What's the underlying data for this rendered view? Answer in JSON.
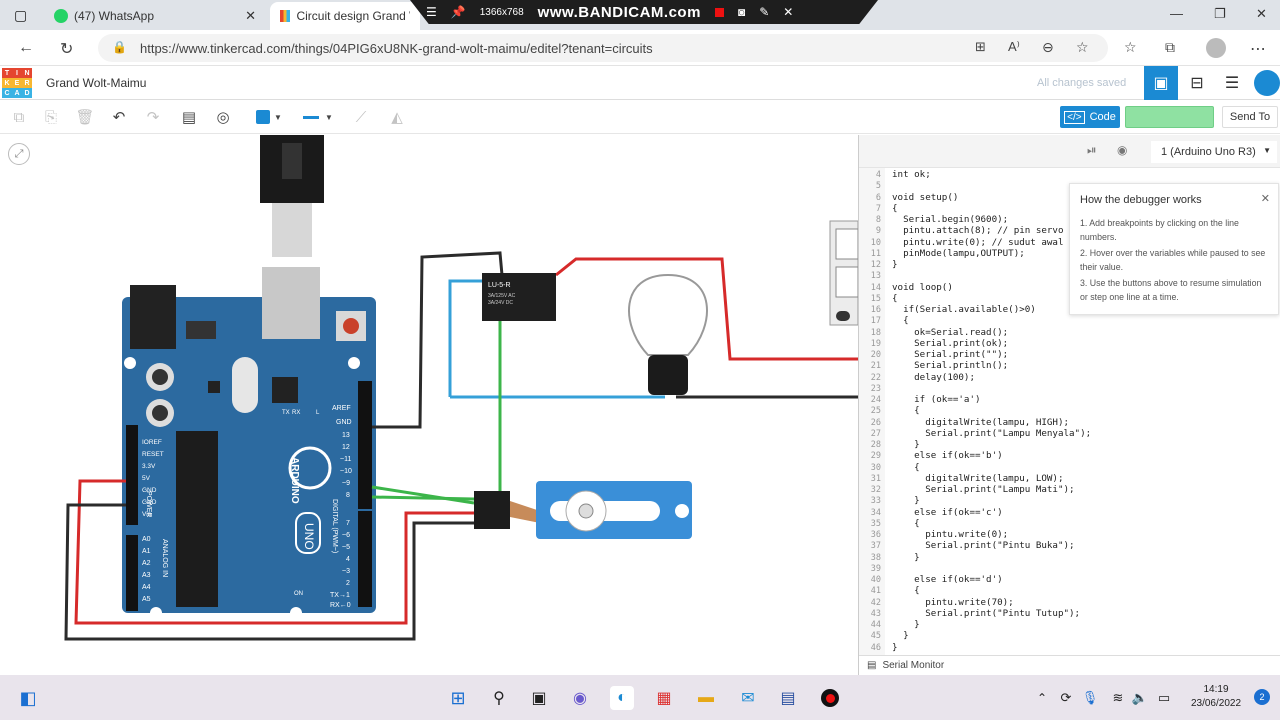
{
  "browser": {
    "tabs": [
      {
        "label": "(47) WhatsApp",
        "icon": "whatsapp-icon",
        "active": false
      },
      {
        "label": "Circuit design Grand Wo",
        "icon": "tinkercad-icon",
        "active": true
      }
    ],
    "recorder": {
      "resolution": "1366x768",
      "brand": "www.BANDICAM.com"
    },
    "url": "https://www.tinkercad.com/things/04PIG6xU8NK-grand-wolt-maimu/editel?tenant=circuits"
  },
  "app": {
    "logo_letters": [
      "TIN",
      "KER",
      "CAD"
    ],
    "design_name": "Grand Wolt-Maimu",
    "save_status": "All changes saved",
    "toolbar": {
      "code_label": "Code",
      "send_label": "Send To"
    },
    "code_panel": {
      "board": "1 (Arduino Uno R3)",
      "serial_monitor": "Serial Monitor",
      "line_numbers": [
        4,
        5,
        6,
        7,
        8,
        9,
        10,
        11,
        12,
        13,
        14,
        15,
        16,
        17,
        18,
        19,
        20,
        21,
        22,
        23,
        24,
        25,
        26,
        27,
        28,
        29,
        30,
        31,
        32,
        33,
        34,
        35,
        36,
        37,
        38,
        39,
        40,
        41,
        42,
        43,
        44,
        45,
        46
      ],
      "lines": [
        "int ok;",
        "",
        "void setup()",
        "{",
        "  Serial.begin(9600);",
        "  pintu.attach(8); // pin servo",
        "  pintu.write(0); // sudut awal",
        "  pinMode(lampu,OUTPUT);",
        "}",
        "",
        "void loop()",
        "{",
        "  if(Serial.available()>0)",
        "  {",
        "    ok=Serial.read();",
        "    Serial.print(ok);",
        "    Serial.print(\"\");",
        "    Serial.println();",
        "    delay(100);",
        "",
        "    if (ok=='a')",
        "    {",
        "      digitalWrite(lampu, HIGH);",
        "      Serial.print(\"Lampu Menyala\");",
        "    }",
        "    else if(ok=='b')",
        "    {",
        "      digitalWrite(lampu, LOW);",
        "      Serial.print(\"Lampu Mati\");",
        "    }",
        "    else if(ok=='c')",
        "    {",
        "      pintu.write(0);",
        "      Serial.print(\"Pintu Buka\");",
        "    }",
        "",
        "    else if(ok=='d')",
        "    {",
        "      pintu.write(70);",
        "      Serial.print(\"Pintu Tutup\");",
        "    }",
        "  }",
        "}"
      ],
      "tooltip": {
        "title": "How the debugger works",
        "steps": [
          "1. Add breakpoints by clicking on the line numbers.",
          "2. Hover over the variables while paused to see their value.",
          "3. Use the buttons above to resume simulation or step one line at a time."
        ]
      }
    },
    "canvas": {
      "relay_label": "LU-5-R",
      "relay_spec": [
        "3A/125V AC",
        "3A/24V DC"
      ],
      "arduino_brand": "ARDUINO",
      "arduino_model": "UNO",
      "pin_labels_right": [
        "AREF",
        "GND",
        "13",
        "12",
        "~11",
        "~10",
        "~9",
        "8",
        "7",
        "~6",
        "~5",
        "4",
        "~3",
        "2",
        "TX→1",
        "RX←0"
      ],
      "pin_labels_left": [
        "IOREF",
        "RESET",
        "3.3V",
        "5V",
        "GND",
        "GND",
        "Vin",
        "A0",
        "A1",
        "A2",
        "A3",
        "A4",
        "A5"
      ],
      "power_label": "POWER",
      "analog_label": "ANALOG IN",
      "digital_label": "DIGITAL (PWM~)",
      "tx_rx": [
        "TX",
        "RX",
        "L"
      ],
      "on_label": "ON"
    }
  },
  "taskbar": {
    "time": "14:19",
    "date": "23/06/2022",
    "notification_count": "2"
  },
  "colors": {
    "tinkercad_blue": "#1b8ad3",
    "arduino_blue": "#2c6aa0",
    "servo_blue": "#3a8fd8",
    "wire_red": "#d62a2a",
    "wire_green": "#3cb54a",
    "wire_blue": "#35a0d8",
    "wire_black": "#2b2b2b"
  }
}
